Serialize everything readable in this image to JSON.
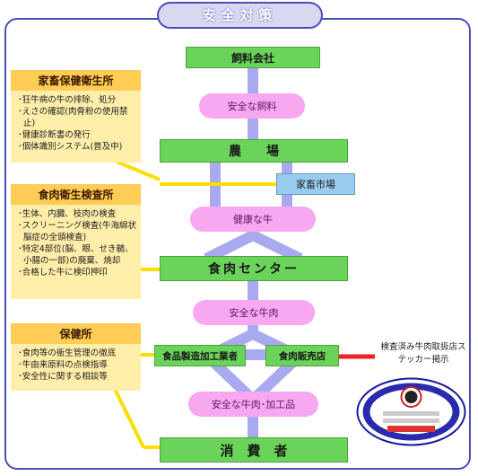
{
  "title": "安全対策",
  "nodes": {
    "feed_company": "飼料会社",
    "safe_feed": "安全な飼料",
    "farm": "農　　場",
    "livestock_market": "家畜市場",
    "healthy_cattle": "健康な牛",
    "meat_center": "食肉センター",
    "safe_beef": "安全な牛肉",
    "food_processor": "食品製造加工業者",
    "meat_retailer": "食肉販売店",
    "safe_beef_products": "安全な牛肉･加工品",
    "consumer": "消　費　者"
  },
  "orgs": {
    "livestock_hygiene": {
      "title": "家畜保健衛生所",
      "items": [
        "狂牛病の牛の排除、処分",
        "えさの確認(肉骨粉の使用禁止)",
        "健康診断書の発行",
        "個体識別システム(普及中)"
      ]
    },
    "meat_hygiene": {
      "title": "食肉衛生検査所",
      "items": [
        "生体、内臓、枝肉の検査",
        "スクリーニング検査(牛海綿状脳症の全頭検査)",
        "特定4部位(脳、眼、せき髄、小腸の一部)の廃棄、焼却",
        "合格した牛に検印押印"
      ]
    },
    "health_center": {
      "title": "保健所",
      "items": [
        "食肉等の衛生管理の徹底",
        "牛由来原料の点検指導",
        "安全性に関する相談等"
      ]
    }
  },
  "sticker_note": "検査済み牛肉取扱店ステッカー掲示",
  "colors": {
    "frame": "#4a4fb8",
    "main_flow": "#a9a9ef",
    "green": "#6ad45a",
    "pink": "#f7a8f0",
    "org_link": "#ffdd00",
    "sticker_link": "#ee2222"
  }
}
